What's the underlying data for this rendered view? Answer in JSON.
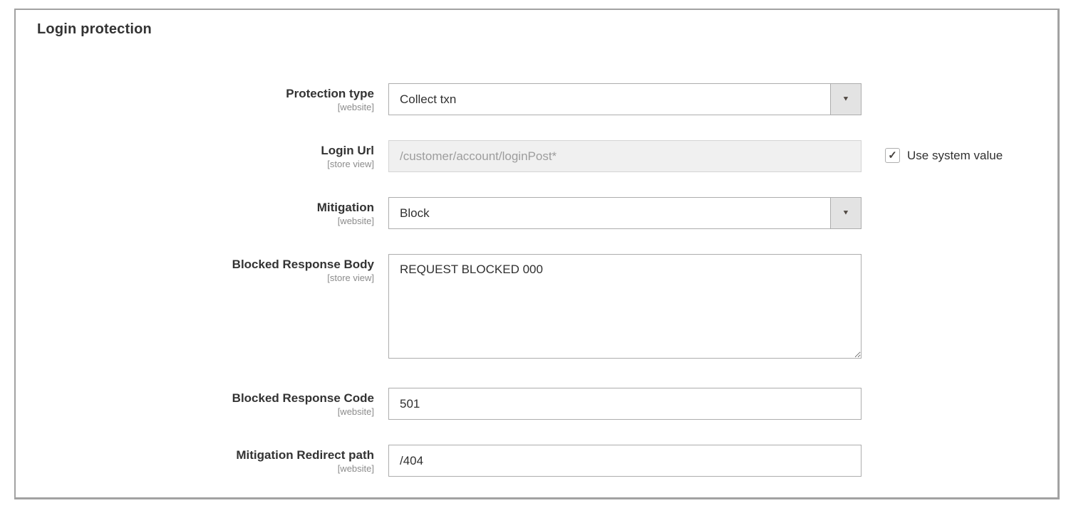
{
  "panel": {
    "title": "Login protection"
  },
  "icons": {
    "dropdown_arrow": "▼",
    "checkmark": "✓"
  },
  "colors": {
    "panel_border": "#a2a2a2",
    "field_border": "#adadad",
    "disabled_field_bg": "#f0f0f0",
    "disabled_field_text": "#9d9d9d",
    "select_button_bg": "#e3e3e3",
    "label_text": "#333333",
    "scope_text": "#8c8c8c",
    "value_text": "#303030"
  },
  "fields": [
    {
      "label": "Protection type",
      "scope": "[website]",
      "type": "select",
      "value": "Collect txn"
    },
    {
      "label": "Login Url",
      "scope": "[store view]",
      "type": "text",
      "value": "/customer/account/loginPost*",
      "disabled": true,
      "checkbox_label": "Use system value",
      "checkbox_checked": true
    },
    {
      "label": "Mitigation",
      "scope": "[website]",
      "type": "select",
      "value": "Block"
    },
    {
      "label": "Blocked Response Body",
      "scope": "[store view]",
      "type": "textarea",
      "value": "REQUEST BLOCKED 000"
    },
    {
      "label": "Blocked Response Code",
      "scope": "[website]",
      "type": "text",
      "value": "501"
    },
    {
      "label": "Mitigation Redirect path",
      "scope": "[website]",
      "type": "text",
      "value": "/404"
    }
  ]
}
